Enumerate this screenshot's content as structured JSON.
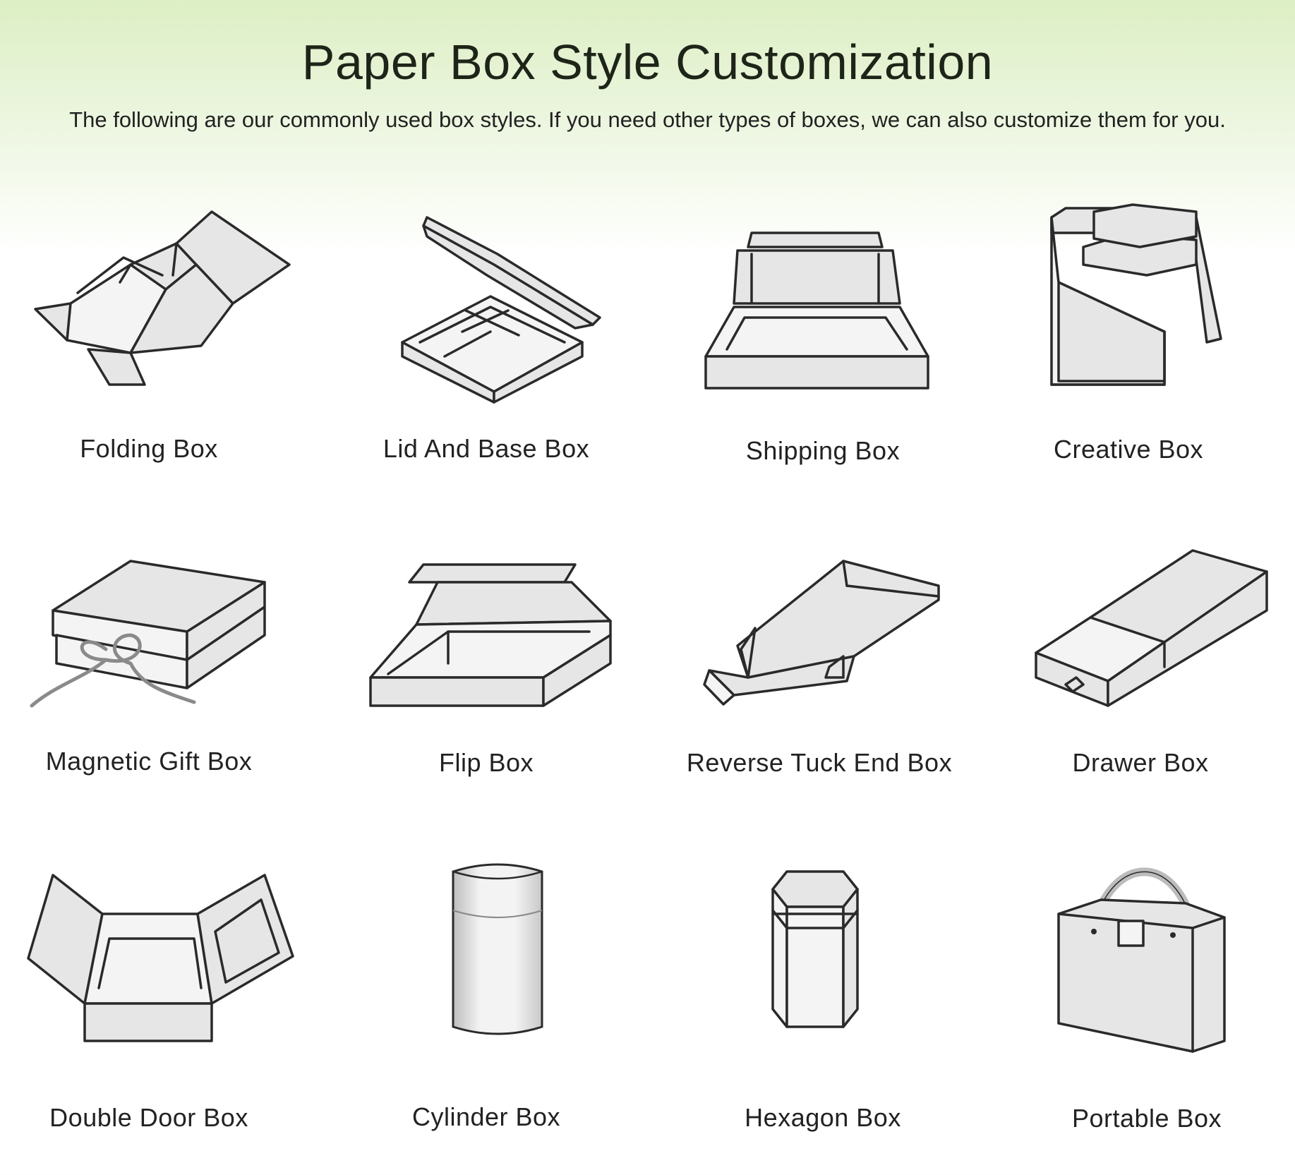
{
  "title": "Paper Box Style Customization",
  "subtitle": "The following are our commonly used box styles. If you need other types of boxes, we can also customize them for you.",
  "boxes": [
    {
      "label": "Folding Box",
      "icon": "folding-box-icon"
    },
    {
      "label": "Lid And Base Box",
      "icon": "lid-and-base-box-icon"
    },
    {
      "label": "Shipping Box",
      "icon": "shipping-box-icon"
    },
    {
      "label": "Creative Box",
      "icon": "creative-box-icon"
    },
    {
      "label": "Magnetic Gift Box",
      "icon": "magnetic-gift-box-icon"
    },
    {
      "label": "Flip Box",
      "icon": "flip-box-icon"
    },
    {
      "label": "Reverse Tuck End Box",
      "icon": "reverse-tuck-end-box-icon"
    },
    {
      "label": "Drawer Box",
      "icon": "drawer-box-icon"
    },
    {
      "label": "Double Door Box",
      "icon": "double-door-box-icon"
    },
    {
      "label": "Cylinder Box",
      "icon": "cylinder-box-icon"
    },
    {
      "label": "Hexagon Box",
      "icon": "hexagon-box-icon"
    },
    {
      "label": "Portable Box",
      "icon": "portable-box-icon"
    }
  ]
}
